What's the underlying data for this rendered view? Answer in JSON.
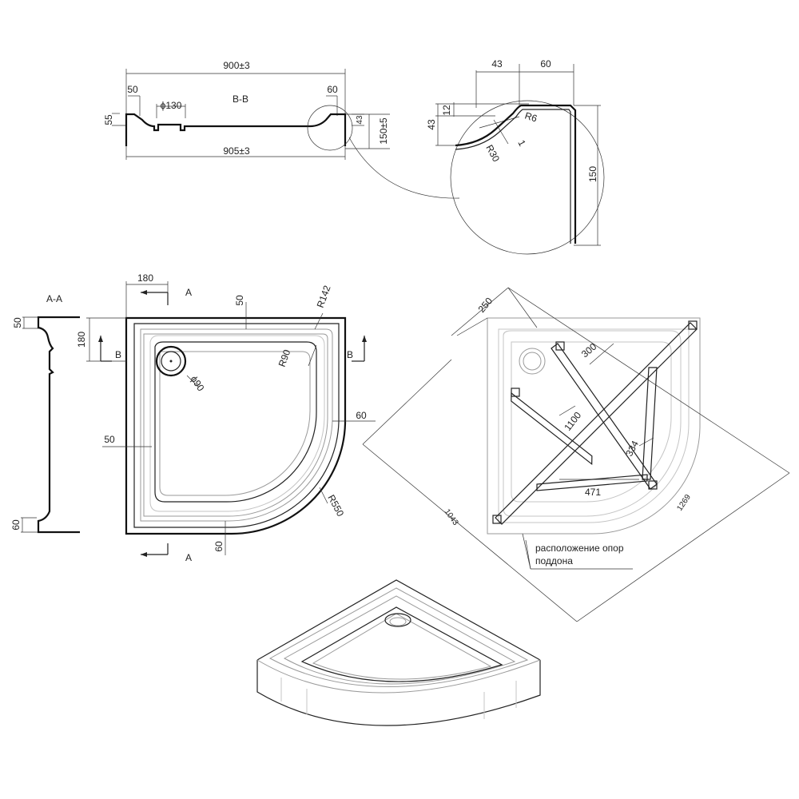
{
  "section_bb": {
    "title": "B-B",
    "width_top": "900±3",
    "width_bottom": "905±3",
    "left_w": "50",
    "left_h": "55",
    "drain": "ϕ130",
    "right_w": "60",
    "right_h": "43",
    "height": "150±5"
  },
  "detail": {
    "w43": "43",
    "w60": "60",
    "h12": "12",
    "h43": "43",
    "r6": "R6",
    "r30": "R30",
    "t1": "1",
    "h150": "150"
  },
  "section_aa": {
    "title": "A-A",
    "top": "50",
    "bottom": "60"
  },
  "plan": {
    "w180": "180",
    "h180": "180",
    "cut_a_top": "A",
    "cut_a_bottom": "A",
    "cut_b_left": "B",
    "cut_b_right": "B",
    "rim_top": "50",
    "rim_left": "50",
    "r142": "R142",
    "r90": "R90",
    "drain": "ϕ90",
    "rim_right": "60",
    "rim_bottom": "60",
    "r550": "R550"
  },
  "supports": {
    "d250": "250",
    "d300": "300",
    "d1100": "1100",
    "d334": "334",
    "d471": "471",
    "d1043": "1043",
    "d1269": "1269",
    "note_line1": "расположение опор",
    "note_line2": "поддона"
  }
}
